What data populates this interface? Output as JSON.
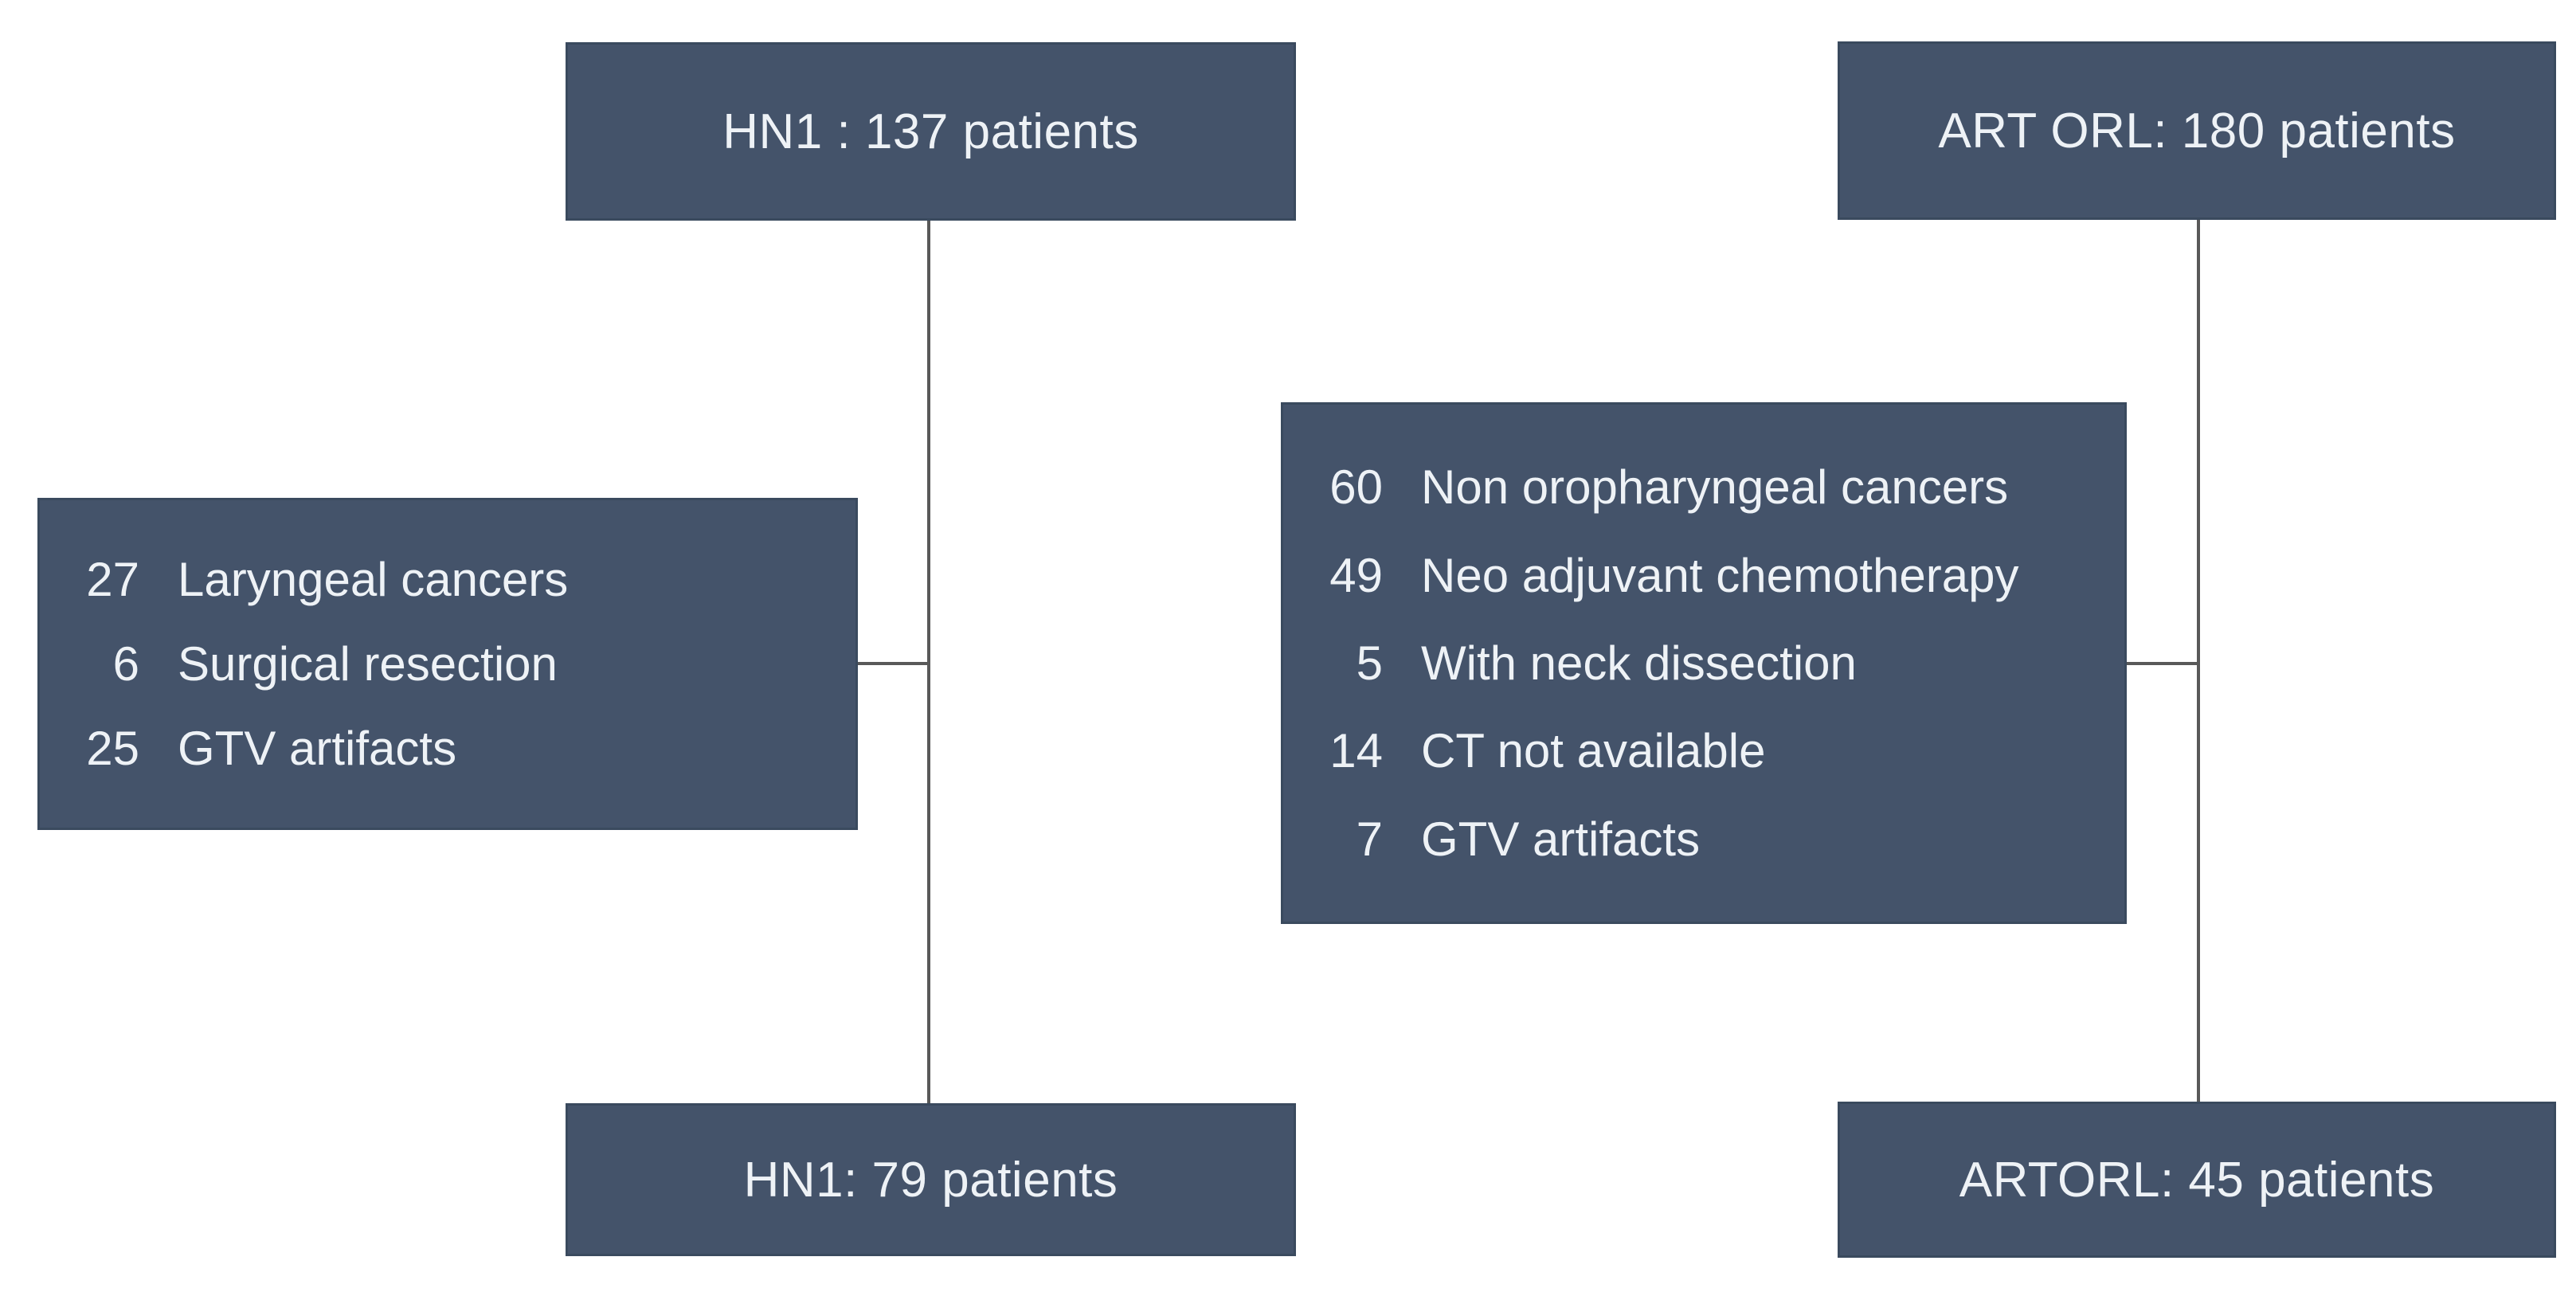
{
  "theme": {
    "box_fill": "#44536a",
    "box_border": "#3a4a5e",
    "text_color": "#eef2f6",
    "line_color": "#595959",
    "bg": "#ffffff"
  },
  "diagram": {
    "type": "patient-flow-diagram",
    "left_flow": {
      "top_label": "HN1 : 137 patients",
      "exclusions": [
        {
          "count": "27",
          "label": "Laryngeal cancers"
        },
        {
          "count": "6",
          "label": "Surgical resection"
        },
        {
          "count": "25",
          "label": "GTV artifacts"
        }
      ],
      "bottom_label": "HN1: 79 patients"
    },
    "right_flow": {
      "top_label": "ART ORL: 180 patients",
      "exclusions": [
        {
          "count": "60",
          "label": "Non oropharyngeal cancers"
        },
        {
          "count": "49",
          "label": "Neo adjuvant chemotherapy"
        },
        {
          "count": "5",
          "label": "With neck dissection"
        },
        {
          "count": "14",
          "label": "CT not available"
        },
        {
          "count": "7",
          "label": "GTV artifacts"
        }
      ],
      "bottom_label": "ARTORL: 45 patients"
    }
  }
}
